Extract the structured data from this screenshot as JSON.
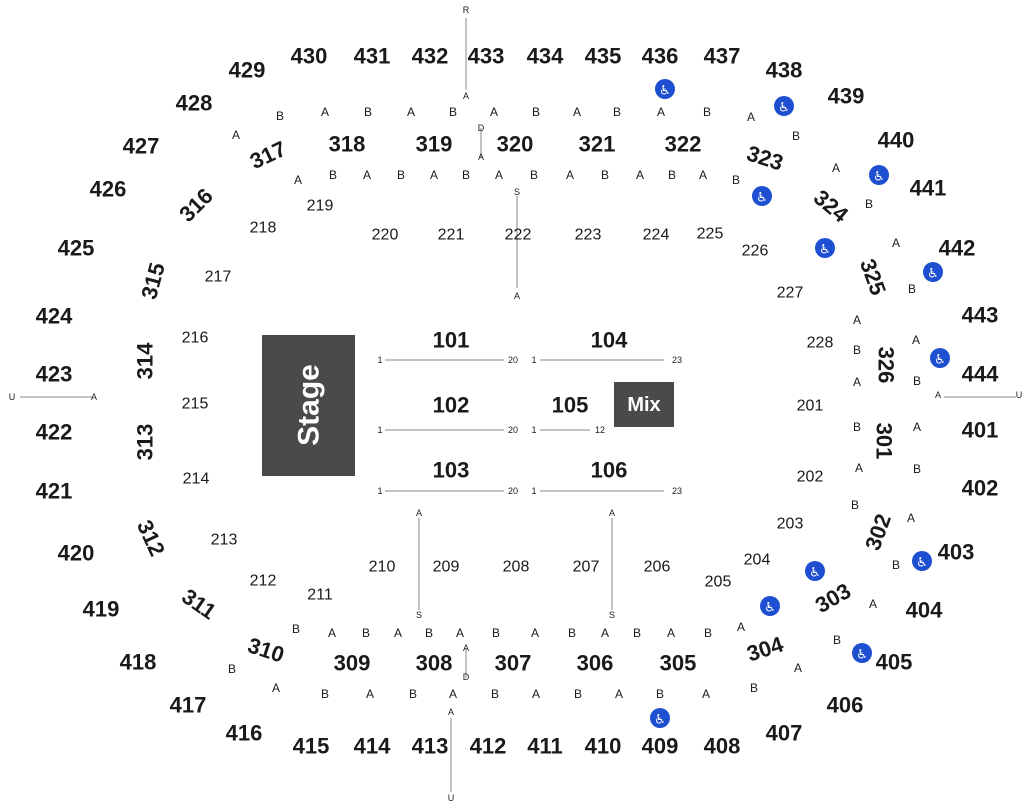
{
  "stage": {
    "label": "Stage"
  },
  "mix": {
    "label": "Mix"
  },
  "accessible_icon": "wheelchair-icon",
  "colors": {
    "stage": "#4a4a4a",
    "accessible": "#1f4fd1",
    "aisle": "#888888"
  },
  "sections_400": [
    "401",
    "402",
    "403",
    "404",
    "405",
    "406",
    "407",
    "408",
    "409",
    "410",
    "411",
    "412",
    "413",
    "414",
    "415",
    "416",
    "417",
    "418",
    "419",
    "420",
    "421",
    "422",
    "423",
    "424",
    "425",
    "426",
    "427",
    "428",
    "429",
    "430",
    "431",
    "432",
    "433",
    "434",
    "435",
    "436",
    "437",
    "438",
    "439",
    "440",
    "441",
    "442",
    "443",
    "444"
  ],
  "sections_300": [
    "301",
    "302",
    "303",
    "304",
    "305",
    "306",
    "307",
    "308",
    "309",
    "310",
    "311",
    "312",
    "313",
    "314",
    "315",
    "316",
    "317",
    "318",
    "319",
    "320",
    "321",
    "322",
    "323",
    "324",
    "325",
    "326"
  ],
  "sections_200": [
    "201",
    "202",
    "203",
    "204",
    "205",
    "206",
    "207",
    "208",
    "209",
    "210",
    "211",
    "212",
    "213",
    "214",
    "215",
    "216",
    "217",
    "218",
    "219",
    "220",
    "221",
    "222",
    "223",
    "224",
    "225",
    "226",
    "227",
    "228"
  ],
  "sections_100": [
    "101",
    "102",
    "103",
    "104",
    "105",
    "106"
  ],
  "floor_rows": {
    "101": [
      "1",
      "20"
    ],
    "104": [
      "1",
      "23"
    ],
    "102": [
      "1",
      "20"
    ],
    "105": [
      "1",
      "12"
    ],
    "103": [
      "1",
      "20"
    ],
    "106": [
      "1",
      "23"
    ]
  },
  "aisle_labels": [
    "R",
    "A",
    "D",
    "A",
    "S",
    "A",
    "U",
    "A",
    "A",
    "U",
    "A",
    "S",
    "A",
    "S",
    "A",
    "D",
    "A",
    "U"
  ],
  "row_letters": [
    "A",
    "B"
  ]
}
